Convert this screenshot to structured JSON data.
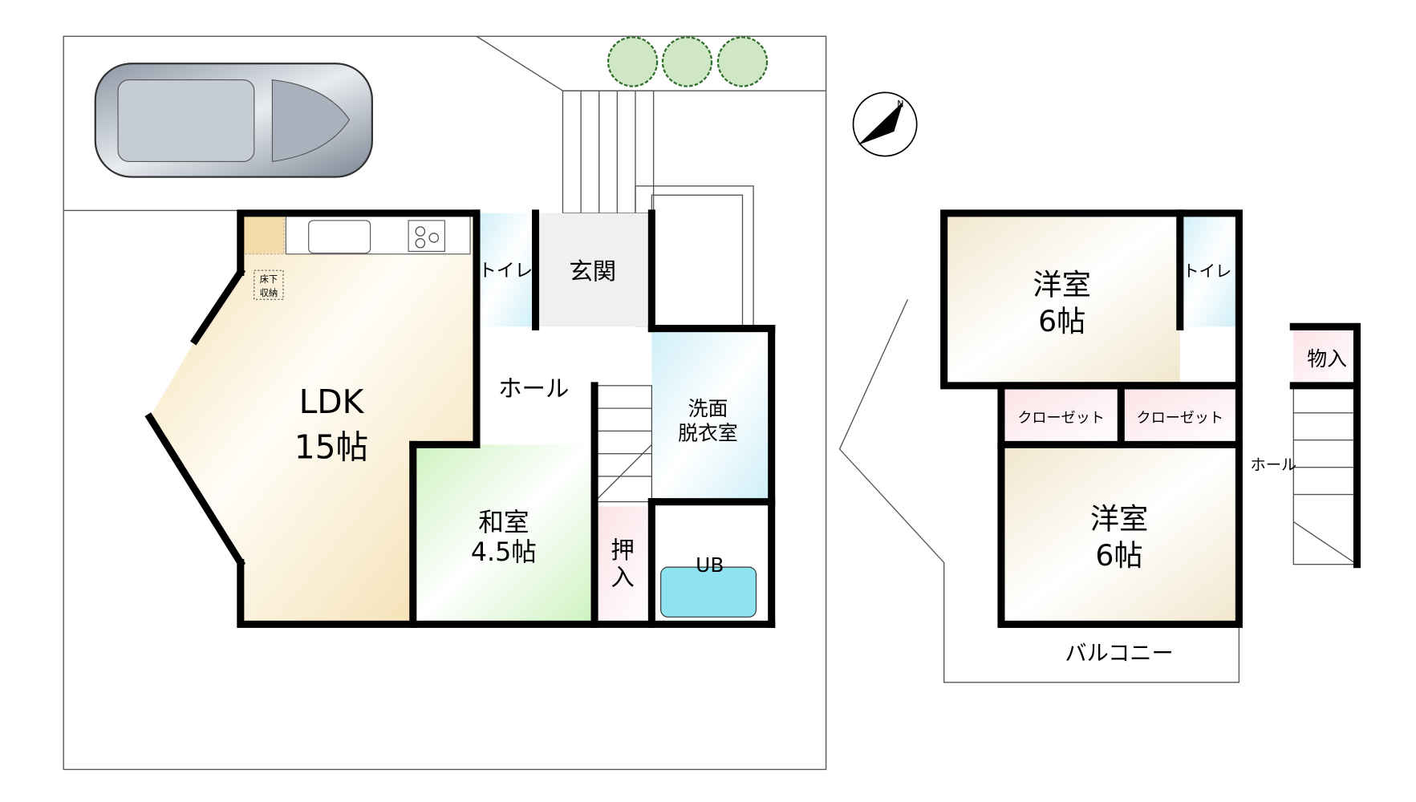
{
  "floor1": {
    "ldk": {
      "name": "LDK",
      "size": "15帖"
    },
    "underfloor_storage": {
      "line1": "床下",
      "line2": "収納"
    },
    "toilet": "トイレ",
    "entrance": "玄関",
    "hall": "ホール",
    "washroom": {
      "line1": "洗面",
      "line2": "脱衣室"
    },
    "japanese_room": {
      "name": "和室",
      "size": "4.5帖"
    },
    "closet": {
      "line1": "押",
      "line2": "入"
    },
    "bath": "UB"
  },
  "floor2": {
    "western_room_1": {
      "name": "洋室",
      "size": "6帖"
    },
    "toilet": "トイレ",
    "storage": "物入",
    "closet_1": "クローゼット",
    "closet_2": "クローゼット",
    "hall": "ホール",
    "western_room_2": {
      "name": "洋室",
      "size": "6帖"
    },
    "balcony": "バルコニー"
  },
  "compass": {
    "label": "N"
  },
  "colors": {
    "ldk": "#f5e3bb",
    "washroom": "#d8f1f8",
    "japanese": "#d9f5cf",
    "closet": "#fbe9ec",
    "western": "#f5ecd9"
  }
}
